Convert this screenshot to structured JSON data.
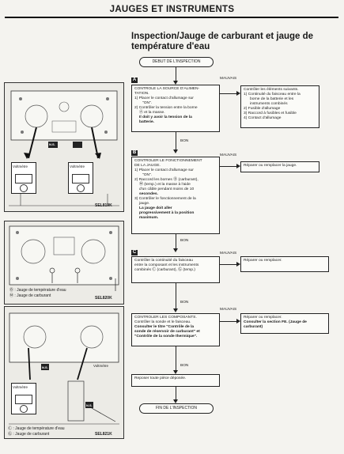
{
  "page": {
    "header": "JAUGES ET INSTRUMENTS",
    "title_line1": "Inspection/Jauge de carburant et jauge de",
    "title_line2": "température d'eau"
  },
  "figures": {
    "fig1": {
      "code": "SEL819K",
      "voltmeter_left": "Voltmètre",
      "voltmeter_right": "Voltmètre",
      "badge": "N.S."
    },
    "fig2": {
      "code": "SEL820K",
      "legend_b": "Jauge de température d'eau",
      "legend_m": "Jauge de carburant"
    },
    "fig3": {
      "code": "SEL821K",
      "voltmeter_left": "Voltmètre",
      "voltmeter_right": "Voltmètre",
      "badge_top": "N.S.",
      "badge_bottom": "N.S.",
      "legend_c": "Jauge de température d'eau",
      "legend_g": "Jauge de carburant"
    }
  },
  "flow": {
    "start": "DEBUT DE L'INSPECTION",
    "end": "FIN DE L'INSPECTION",
    "step_a": {
      "letter": "A",
      "line1": "CONTROLE LA SOURCE D'ALIMEN-",
      "line2": "TATION.",
      "line3": "1) Placer le contact d'allumage sur",
      "line4": "\"ON\".",
      "line5": "2) Contrôler la tension entre la borne",
      "line6": "Ⓐ et la masse.",
      "line7": "Il doit y avoir la tension de la",
      "line8": "batterie.",
      "bad": "MAUVAIS",
      "good": "BON",
      "side1": "Contrôler les éléments suivants.",
      "side2": "1) Continuité du faisceau entre la",
      "side3": "borne de la batterie et les",
      "side4": "instruments combinés",
      "side5": "2) Fusible d'allumage",
      "side6": "3) Raccord à fusibles et fusible",
      "side7": "4) Contact d'allumage"
    },
    "step_b": {
      "letter": "B",
      "line1": "CONTROLER LE FONCTIONNEMENT",
      "line2": "DE LA JAUGE.",
      "line3": "1) Placer le contact d'allumage sur",
      "line4": "\"ON\".",
      "line5": "2) Raccord les bornes Ⓑ (carburant),",
      "line6": "Ⓜ (temp.) et la masse à l'aide",
      "line7": "d'un câble pendant moins de 10",
      "line8": "secondes.",
      "line9": "3) Contrôler le fonctionnement de la",
      "line10": "jauge.",
      "line11": "La jauge doit aller",
      "line12": "progressivement à la position",
      "line13": "maximum.",
      "bad": "MAUVAIS",
      "good": "BON",
      "side1": "Réparer ou remplacer la jauge."
    },
    "step_c": {
      "letter": "C",
      "line1": "Contrôler la continuité du faisceau",
      "line2": "entre la composant et les instruments",
      "line3": "combinés Ⓒ (carburant), Ⓖ (temp.)",
      "bad": "MAUVAIS",
      "good": "BON",
      "side1": "Réparer ou remplacer."
    },
    "step_d": {
      "line1": "CONTROLER LES COMPOSANTS.",
      "line2": "Contrôler la sonde et le faisceau.",
      "line3": "Consulter le titre \"Contrôle de la",
      "line4": "sonde de réservoir de carburant\" et",
      "line5": "\"Contrôle de la sonde thermique\".",
      "bad": "MAUVAIS",
      "good": "BON",
      "side1": "Réparer ou remplacer.",
      "side2": "Consulter la section FE. (Jauge de",
      "side3": "carburant)"
    },
    "step_e": {
      "line1": "Reposer toute pièce déposée."
    }
  }
}
